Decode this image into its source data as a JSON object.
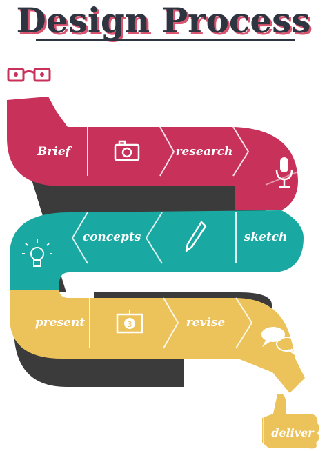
{
  "title": "Design Process",
  "colors": {
    "red": "#c8325a",
    "teal": "#19a8a2",
    "yellow": "#ecc25a",
    "title_dark": "#2e3440",
    "title_shadow": "#d9536f",
    "shadow": "#3a3a3a"
  },
  "steps": [
    {
      "label": "Brief",
      "color": "red"
    },
    {
      "icon": "camera-icon",
      "color": "red"
    },
    {
      "label": "research",
      "color": "red"
    },
    {
      "icon": "microphone-icon",
      "color": "red"
    },
    {
      "label": "sketch",
      "color": "teal"
    },
    {
      "icon": "pencil-icon",
      "color": "teal"
    },
    {
      "label": "concepts",
      "color": "teal"
    },
    {
      "icon": "lightbulb-icon",
      "color": "teal"
    },
    {
      "label": "present",
      "color": "yellow"
    },
    {
      "icon": "presentation-board-icon",
      "badge": "3",
      "color": "yellow"
    },
    {
      "label": "revise",
      "color": "yellow"
    },
    {
      "icon": "speech-bubbles-icon",
      "color": "yellow"
    },
    {
      "label": "deliver",
      "icon": "thumbs-up-icon",
      "color": "yellow"
    }
  ],
  "top_icon": "glasses-icon"
}
